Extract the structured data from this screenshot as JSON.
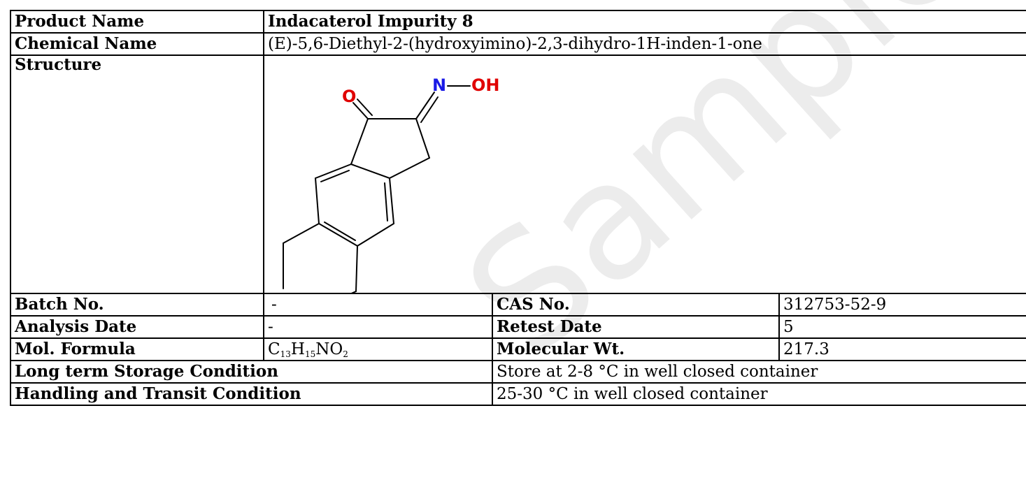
{
  "watermark": {
    "text": "Sample COA",
    "color": "#e6e6e6"
  },
  "product": {
    "label": "Product Name",
    "value": "Indacaterol Impurity 8"
  },
  "chemical": {
    "label": "Chemical Name",
    "value": "(E)-5,6-Diethyl-2-(hydroxyimino)-2,3-dihydro-1H-inden-1-one"
  },
  "structure": {
    "label": "Structure",
    "atoms": {
      "oxygen": "O",
      "nitrogen": "N",
      "hydroxyl": "OH"
    },
    "colors": {
      "oxygen": "#e00000",
      "nitrogen": "#1a1ae6"
    }
  },
  "batch": {
    "label": "Batch No.",
    "value": "-"
  },
  "cas": {
    "label": "CAS No.",
    "value": "312753-52-9"
  },
  "analysis": {
    "label": "Analysis Date",
    "value": "-"
  },
  "retest": {
    "label": "Retest Date",
    "value": "5"
  },
  "formula": {
    "label": "Mol. Formula",
    "parts": [
      {
        "el": "C",
        "n": "13"
      },
      {
        "el": "H",
        "n": "15"
      },
      {
        "el": "N",
        "n": ""
      },
      {
        "el": "O",
        "n": "2"
      }
    ]
  },
  "mw": {
    "label": "Molecular Wt.",
    "value": "217.3"
  },
  "storage": {
    "label": "Long term Storage Condition",
    "value": "Store at 2-8 °C in well closed container"
  },
  "handling": {
    "label": "Handling and Transit Condition",
    "value": "25-30 °C in well closed container"
  }
}
